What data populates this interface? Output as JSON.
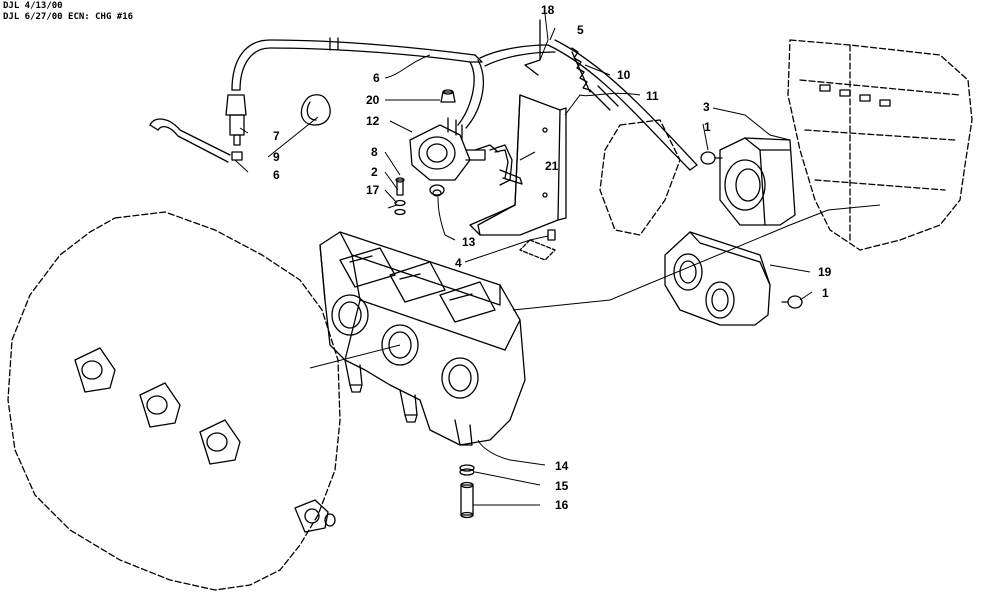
{
  "header": {
    "line1": "DJL 4/13/00",
    "line2": "DJL 6/27/00 ECN: CHG #16"
  },
  "callouts": {
    "c1a": "1",
    "c1b": "1",
    "c2": "2",
    "c3": "3",
    "c4": "4",
    "c5": "5",
    "c6a": "6",
    "c6b": "6",
    "c7": "7",
    "c8": "8",
    "c9": "9",
    "c10": "10",
    "c11": "11",
    "c12": "12",
    "c13": "13",
    "c14": "14",
    "c15": "15",
    "c16": "16",
    "c17": "17",
    "c18": "18",
    "c19": "19",
    "c20": "20",
    "c21": "21"
  }
}
